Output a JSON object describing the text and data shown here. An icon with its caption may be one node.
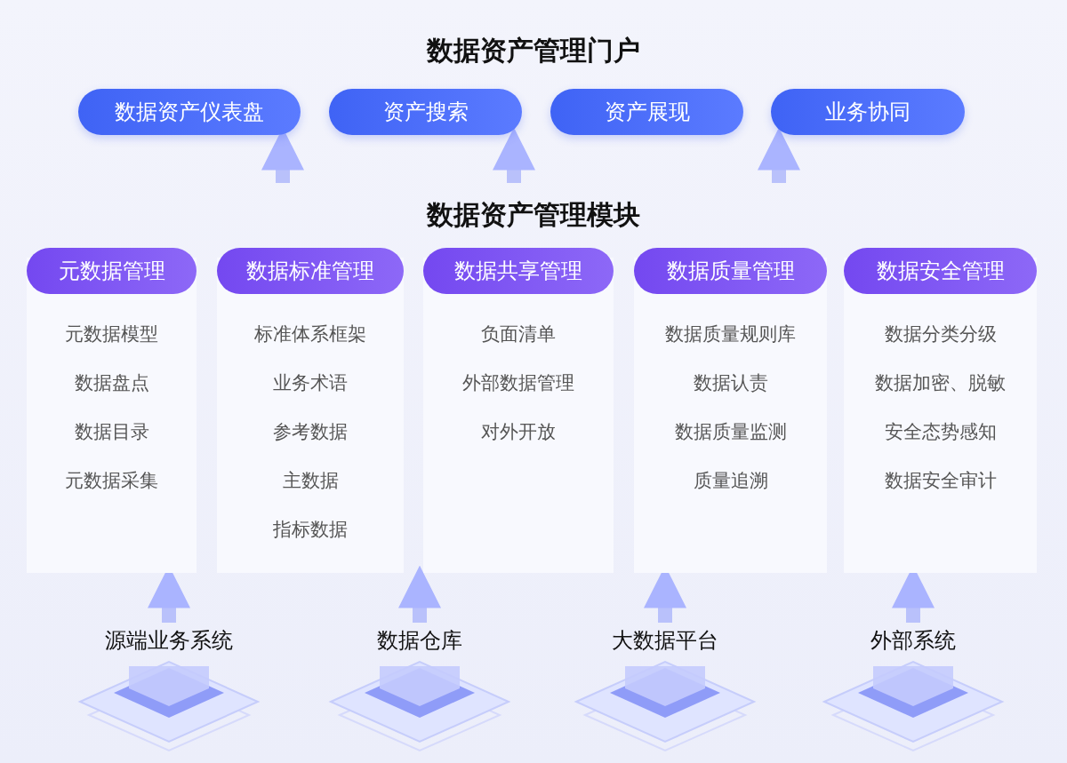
{
  "diagram": {
    "nodes": [
      {
        "text": [
          "数据资产仪表盘"
        ]
      },
      {
        "text": [
          "资产搜索"
        ]
      },
      {
        "text": [
          "资产展现"
        ]
      },
      {
        "text": [
          "业务协同"
        ]
      },
      {
        "text": [
          "元数据管理",
          "元数据模型",
          "数据盘点",
          "数据目录",
          "元数据采集"
        ]
      },
      {
        "text": [
          "数据标准管理",
          "标准体系框架",
          "业务术语",
          "参考数据",
          "主数据",
          "指标数据"
        ]
      },
      {
        "text": [
          "数据共享管理",
          "负面清单",
          "外部数据管理",
          "对外开放"
        ]
      },
      {
        "text": [
          "数据质量管理",
          "数据质量规则库",
          "数据认责",
          "数据质量监测",
          "质量追溯"
        ]
      },
      {
        "text": [
          "数据安全管理",
          "数据分类分级",
          "数据加密、脱敏",
          "安全态势感知",
          "数据安全审计"
        ]
      },
      {
        "text": [
          "源端业务系统"
        ]
      },
      {
        "text": [
          "数据仓库"
        ]
      },
      {
        "text": [
          "大数据平台"
        ]
      },
      {
        "text": [
          "外部系统"
        ]
      }
    ],
    "edges": [
      {
        "from": 9,
        "to": 4,
        "arrow": "to"
      },
      {
        "from": 10,
        "to": 6,
        "arrow": "to"
      },
      {
        "from": 11,
        "to": 7,
        "arrow": "to"
      },
      {
        "from": 12,
        "to": 8,
        "arrow": "to"
      },
      {
        "from": null,
        "to": 0,
        "arrow": "to"
      },
      {
        "from": null,
        "to": 1,
        "arrow": "to"
      },
      {
        "from": null,
        "to": 3,
        "arrow": "to"
      }
    ],
    "labels": [
      "数据资产管理门户",
      "数据资产管理模块"
    ]
  }
}
